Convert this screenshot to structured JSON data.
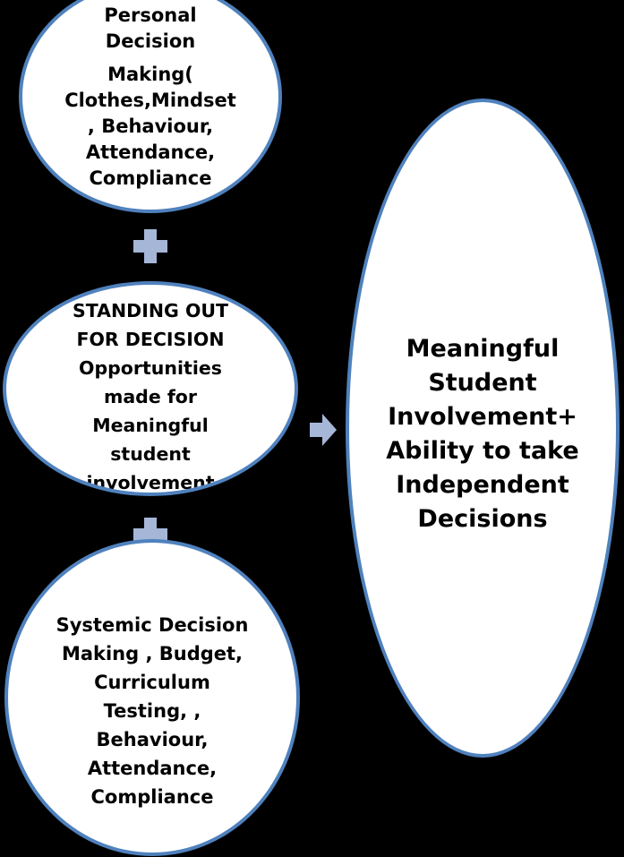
{
  "diagram": {
    "colors": {
      "background": "#000000",
      "oval_fill": "#ffffff",
      "oval_border": "#4f81bd",
      "connector": "#a5b6d7",
      "text": "#000000"
    },
    "oval_top": {
      "lines": [
        "Personal",
        "Decision",
        "Making(",
        "Clothes,Mindset",
        ", Behaviour,",
        "Attendance,",
        "Compliance"
      ]
    },
    "oval_middle": {
      "lines": [
        "STANDING OUT",
        "FOR DECISION",
        "Opportunities",
        "made for",
        "Meaningful",
        "student",
        "involvement"
      ]
    },
    "oval_bottom": {
      "lines": [
        "Systemic Decision",
        "Making , Budget,",
        "Curriculum",
        "Testing, ,",
        "Behaviour,",
        "Attendance,",
        "Compliance"
      ]
    },
    "oval_result": {
      "lines": [
        "Meaningful",
        "Student",
        "Involvement+",
        "Ability to take",
        "Independent",
        "Decisions"
      ]
    },
    "connectors": {
      "plus_1": "plus-icon",
      "plus_2": "plus-icon",
      "arrow": "right-arrow-icon"
    }
  }
}
